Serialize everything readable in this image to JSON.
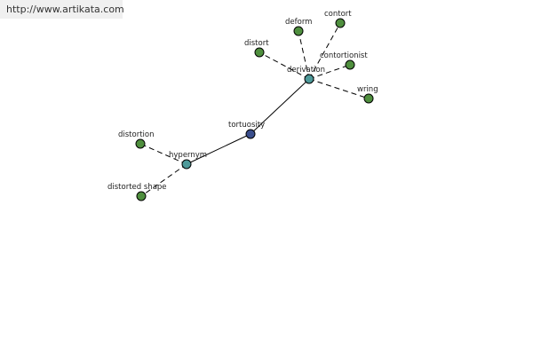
{
  "watermark": "http://www.artikata.com",
  "colors": {
    "central": "#3a4e8c",
    "relation": "#4e9a9a",
    "leaf": "#4f8f3e"
  },
  "graph": {
    "central": "tortuosity",
    "relations": [
      "derivation",
      "hypernym"
    ],
    "terms": {
      "derivation": [
        "deform",
        "contort",
        "distort",
        "contortionist",
        "wring"
      ],
      "hypernym": [
        "distortion",
        "distorted shape"
      ]
    }
  }
}
